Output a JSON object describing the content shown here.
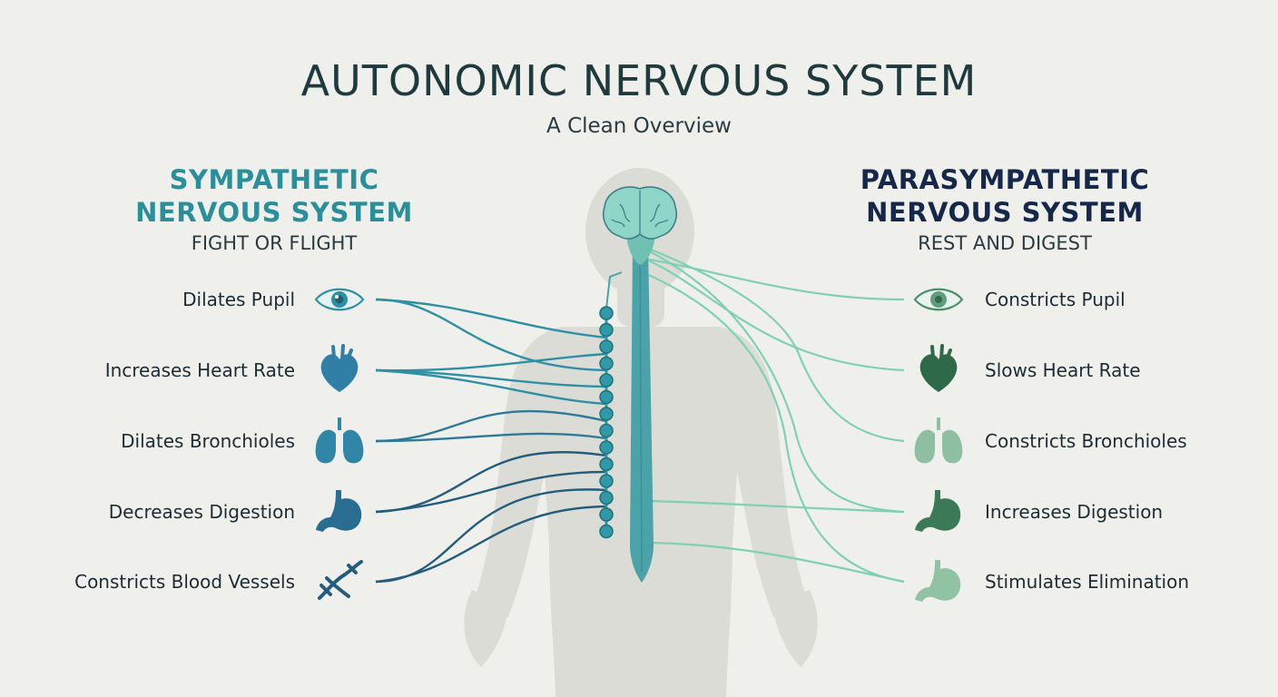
{
  "header": {
    "title": "AUTONOMIC NERVOUS SYSTEM",
    "subtitle": "A Clean Overview"
  },
  "sympathetic": {
    "title_line1": "SYMPATHETIC",
    "title_line2": "NERVOUS SYSTEM",
    "subtitle": "FIGHT OR FLIGHT",
    "color": "#2a8f9a",
    "effects": [
      {
        "label": "Dilates Pupil",
        "icon": "eye-icon"
      },
      {
        "label": "Increases Heart Rate",
        "icon": "heart-icon"
      },
      {
        "label": "Dilates Bronchioles",
        "icon": "lungs-icon"
      },
      {
        "label": "Decreases Digestion",
        "icon": "stomach-icon"
      },
      {
        "label": "Constricts Blood Vessels",
        "icon": "blood-vessels-icon"
      }
    ]
  },
  "parasympathetic": {
    "title_line1": "PARASYMPATHETIC",
    "title_line2": "NERVOUS SYSTEM",
    "subtitle": "REST AND DIGEST",
    "color": "#16284a",
    "effects": [
      {
        "label": "Constricts Pupil",
        "icon": "eye-icon"
      },
      {
        "label": "Slows Heart Rate",
        "icon": "heart-icon"
      },
      {
        "label": "Constricts Bronchioles",
        "icon": "lungs-icon"
      },
      {
        "label": "Increases Digestion",
        "icon": "stomach-icon"
      },
      {
        "label": "Stimulates Elimination",
        "icon": "intestine-icon"
      }
    ]
  },
  "colors": {
    "background": "#eff0ec",
    "sympathetic_nerve": "#2f8fa3",
    "sympathetic_nerve_dark": "#245d7c",
    "parasympathetic_nerve": "#7fd0b4",
    "spine": "#4aa3a8",
    "ganglion": "#2f9aa5",
    "brain": "#8fd6c8",
    "body_silhouette": "#dcdcd6"
  }
}
